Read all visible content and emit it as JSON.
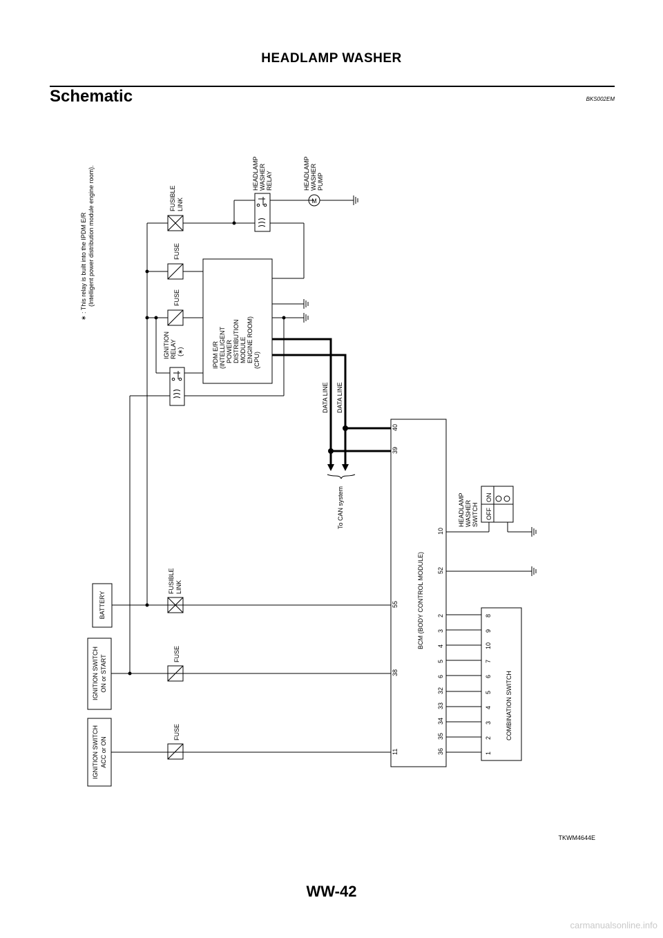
{
  "header": {
    "title": "HEADLAMP WASHER"
  },
  "section": {
    "title": "Schematic",
    "code": "BKS002EM"
  },
  "note": {
    "symbol": "∗",
    "line1": ": This relay is built into the IPDM E/R",
    "line2": "(Intelligent power distribution module engine room)."
  },
  "labels": {
    "battery": "BATTERY",
    "ign_start_1": "IGNITION SWITCH",
    "ign_start_2": "ON or START",
    "ign_acc_1": "IGNITION SWITCH",
    "ign_acc_2": "ACC or ON",
    "fuse": "FUSE",
    "fusible_1": "FUSIBLE",
    "fusible_2": "LINK",
    "ign_relay_1": "IGNITION",
    "ign_relay_2": "RELAY",
    "ign_relay_3": "(∗)",
    "ipdm": [
      "IPDM E/R",
      "(INTELLIGENT",
      "POWER",
      "DISTRIBUTION",
      "MODULE",
      "ENGINE ROOM)",
      "(CPU)"
    ],
    "hw_relay": [
      "HEADLAMP",
      "WASHER",
      "RELAY"
    ],
    "hw_pump": [
      "HEADLAMP",
      "WASHER",
      "PUMP"
    ],
    "motor": "M",
    "data_line": "DATA LINE",
    "can_system": "To CAN system",
    "bcm": "BCM (BODY CONTROL MODULE)",
    "hw_switch": [
      "HEADLAMP",
      "WASHER",
      "SWITCH"
    ],
    "switch_off": "OFF",
    "switch_on": "ON",
    "combination_switch": "COMBINATION SWITCH"
  },
  "bcm_pins": {
    "top": [
      "11",
      "38",
      "55",
      "52",
      "10",
      "39",
      "40"
    ],
    "bottom": [
      "36",
      "35",
      "34",
      "33",
      "32",
      "6",
      "5",
      "4",
      "3",
      "2"
    ]
  },
  "combination_pins": [
    "1",
    "2",
    "3",
    "4",
    "5",
    "6",
    "7",
    "10",
    "9",
    "8"
  ],
  "diagram_code": "TKWM4644E",
  "footer": {
    "page": "WW-42",
    "watermark": "carmanualsonline.info"
  }
}
